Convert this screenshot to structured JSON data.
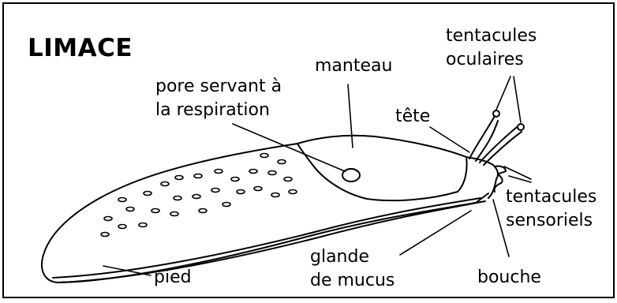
{
  "title": "LIMACE",
  "labels": {
    "tentacules_oculaires_1": "tentacules",
    "tentacules_oculaires_2": "oculaires",
    "manteau": "manteau",
    "pore_1": "pore servant à",
    "pore_2": "la respiration",
    "tete": "tête",
    "tentacules_sensoriels_1": "tentacules",
    "tentacules_sensoriels_2": "sensoriels",
    "pied": "pied",
    "glande_1": "glande",
    "glande_2": "de mucus",
    "bouche": "bouche"
  },
  "colors": {
    "ink": "#000000",
    "background": "#ffffff"
  }
}
